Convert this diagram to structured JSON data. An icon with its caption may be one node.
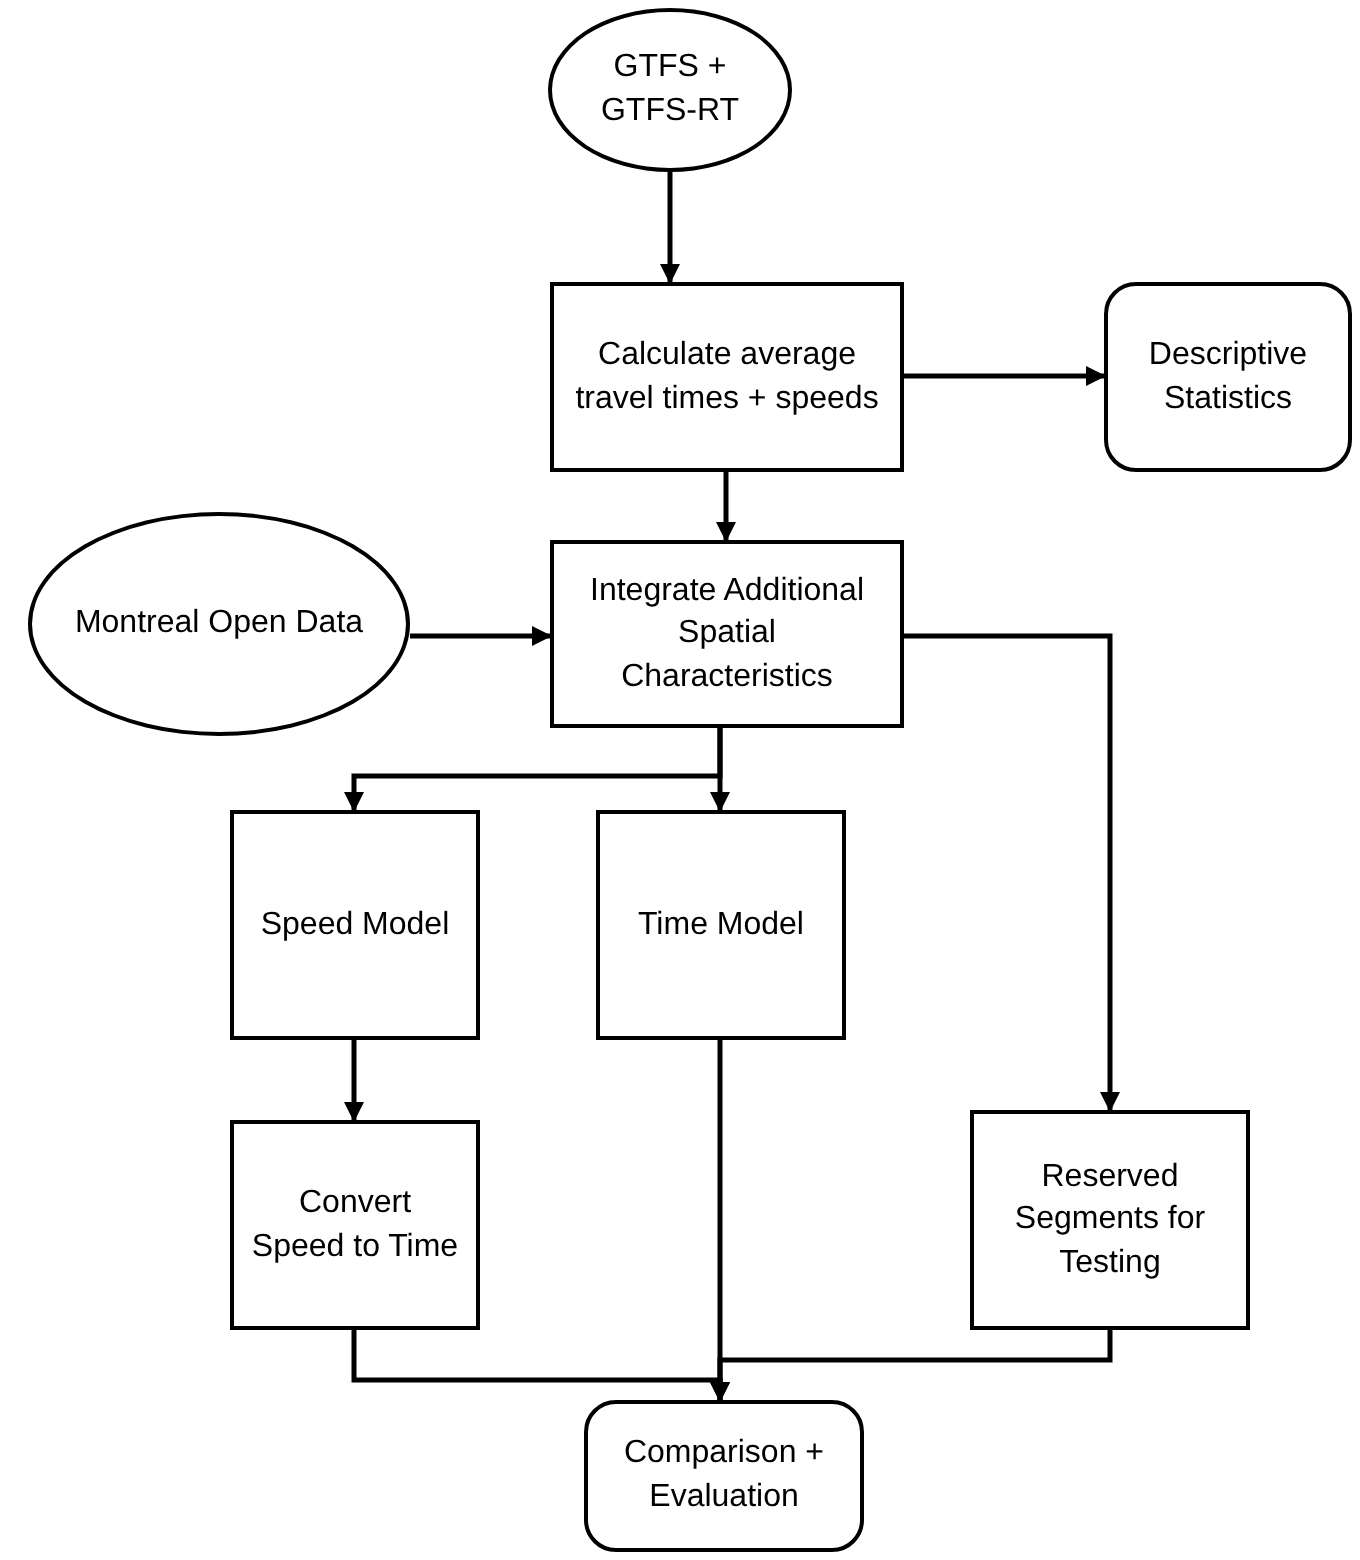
{
  "diagram": {
    "nodes": [
      {
        "text": [
          "GTFS + GTFS-RT"
        ]
      },
      {
        "text": [
          "Calculate average travel times + speeds"
        ]
      },
      {
        "text": [
          "Descriptive Statistics"
        ]
      },
      {
        "text": [
          "Montreal Open Data"
        ]
      },
      {
        "text": [
          "Integrate Additional Spatial Characteristics"
        ]
      },
      {
        "text": [
          "Speed Model"
        ]
      },
      {
        "text": [
          "Time Model"
        ]
      },
      {
        "text": [
          "Convert Speed to Time"
        ]
      },
      {
        "text": [
          "Reserved Segments for Testing"
        ]
      },
      {
        "text": [
          "Comparison + Evaluation"
        ]
      }
    ],
    "edges": [
      {
        "from": 0,
        "to": 1,
        "arrow": "to"
      },
      {
        "from": 1,
        "to": 2,
        "arrow": "to"
      },
      {
        "from": 1,
        "to": 4,
        "arrow": "to"
      },
      {
        "from": 3,
        "to": 4,
        "arrow": "to"
      },
      {
        "from": 4,
        "to": 5,
        "arrow": "to"
      },
      {
        "from": 4,
        "to": 6,
        "arrow": "to"
      },
      {
        "from": 4,
        "to": 8,
        "arrow": "to"
      },
      {
        "from": 5,
        "to": 7,
        "arrow": "to"
      },
      {
        "from": 7,
        "to": 9,
        "arrow": "to"
      },
      {
        "from": 6,
        "to": 9,
        "arrow": "to"
      },
      {
        "from": 8,
        "to": 9,
        "arrow": "to"
      }
    ]
  }
}
